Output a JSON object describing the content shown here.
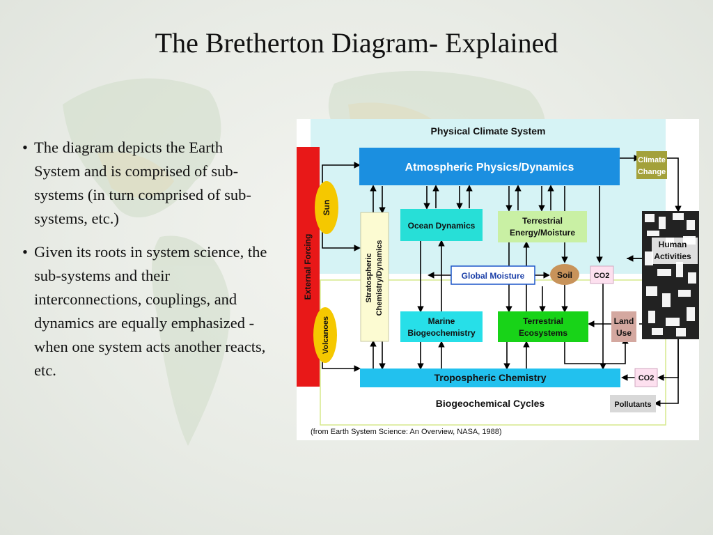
{
  "slide": {
    "title": "The Bretherton Diagram- Explained",
    "bullets": [
      "The diagram depicts the Earth System and is comprised of sub-systems (in turn comprised of sub-systems, etc.)",
      "Given its roots in system science, the sub-systems and their interconnections, couplings, and dynamics are equally emphasized - when one system acts another reacts, etc."
    ]
  },
  "diagram": {
    "header": "Physical Climate System",
    "atmospheric": "Atmospheric Physics/Dynamics",
    "climate_change": [
      "Climate",
      "Change"
    ],
    "external_forcing": "External Forcing",
    "sun": "Sun",
    "volcanoes": "Volcanoes",
    "stratospheric": [
      "Stratospheric",
      "Chemistry/Dynamics"
    ],
    "ocean_dynamics": "Ocean Dynamics",
    "terrestrial_energy": [
      "Terrestrial",
      "Energy/Moisture"
    ],
    "global_moisture": "Global Moisture",
    "soil": "Soil",
    "co2_upper": "CO2",
    "human_activities": [
      "Human",
      "Activities"
    ],
    "marine_bio": [
      "Marine",
      "Biogeochemistry"
    ],
    "terrestrial_eco": [
      "Terrestrial",
      "Ecosystems"
    ],
    "land_use": [
      "Land",
      "Use"
    ],
    "tropospheric": "Tropospheric Chemistry",
    "co2_lower": "CO2",
    "biogeochemical_cycles": "Biogeochemical Cycles",
    "pollutants": "Pollutants",
    "caption": "(from Earth System Science: An Overview, NASA, 1988)"
  },
  "colors": {
    "upper_band": "#d6f3f5",
    "atmospheric_box": "#1b8fe0",
    "external_forcing": "#e81818",
    "sun_volcano": "#f5c800",
    "ocean_dynamics": "#27dfd7",
    "terrestrial_energy": "#c9f0a4",
    "terrestrial_eco": "#18d318",
    "marine_bio": "#27dfe8",
    "tropospheric": "#22c1ee",
    "soil": "#c8935a",
    "co2_box": "#fde0ef",
    "climate_change": "#a3a13a",
    "land_use": "#d4a8a0",
    "pollutants": "#d8d8d8",
    "guide_line": "#d6e88c"
  }
}
